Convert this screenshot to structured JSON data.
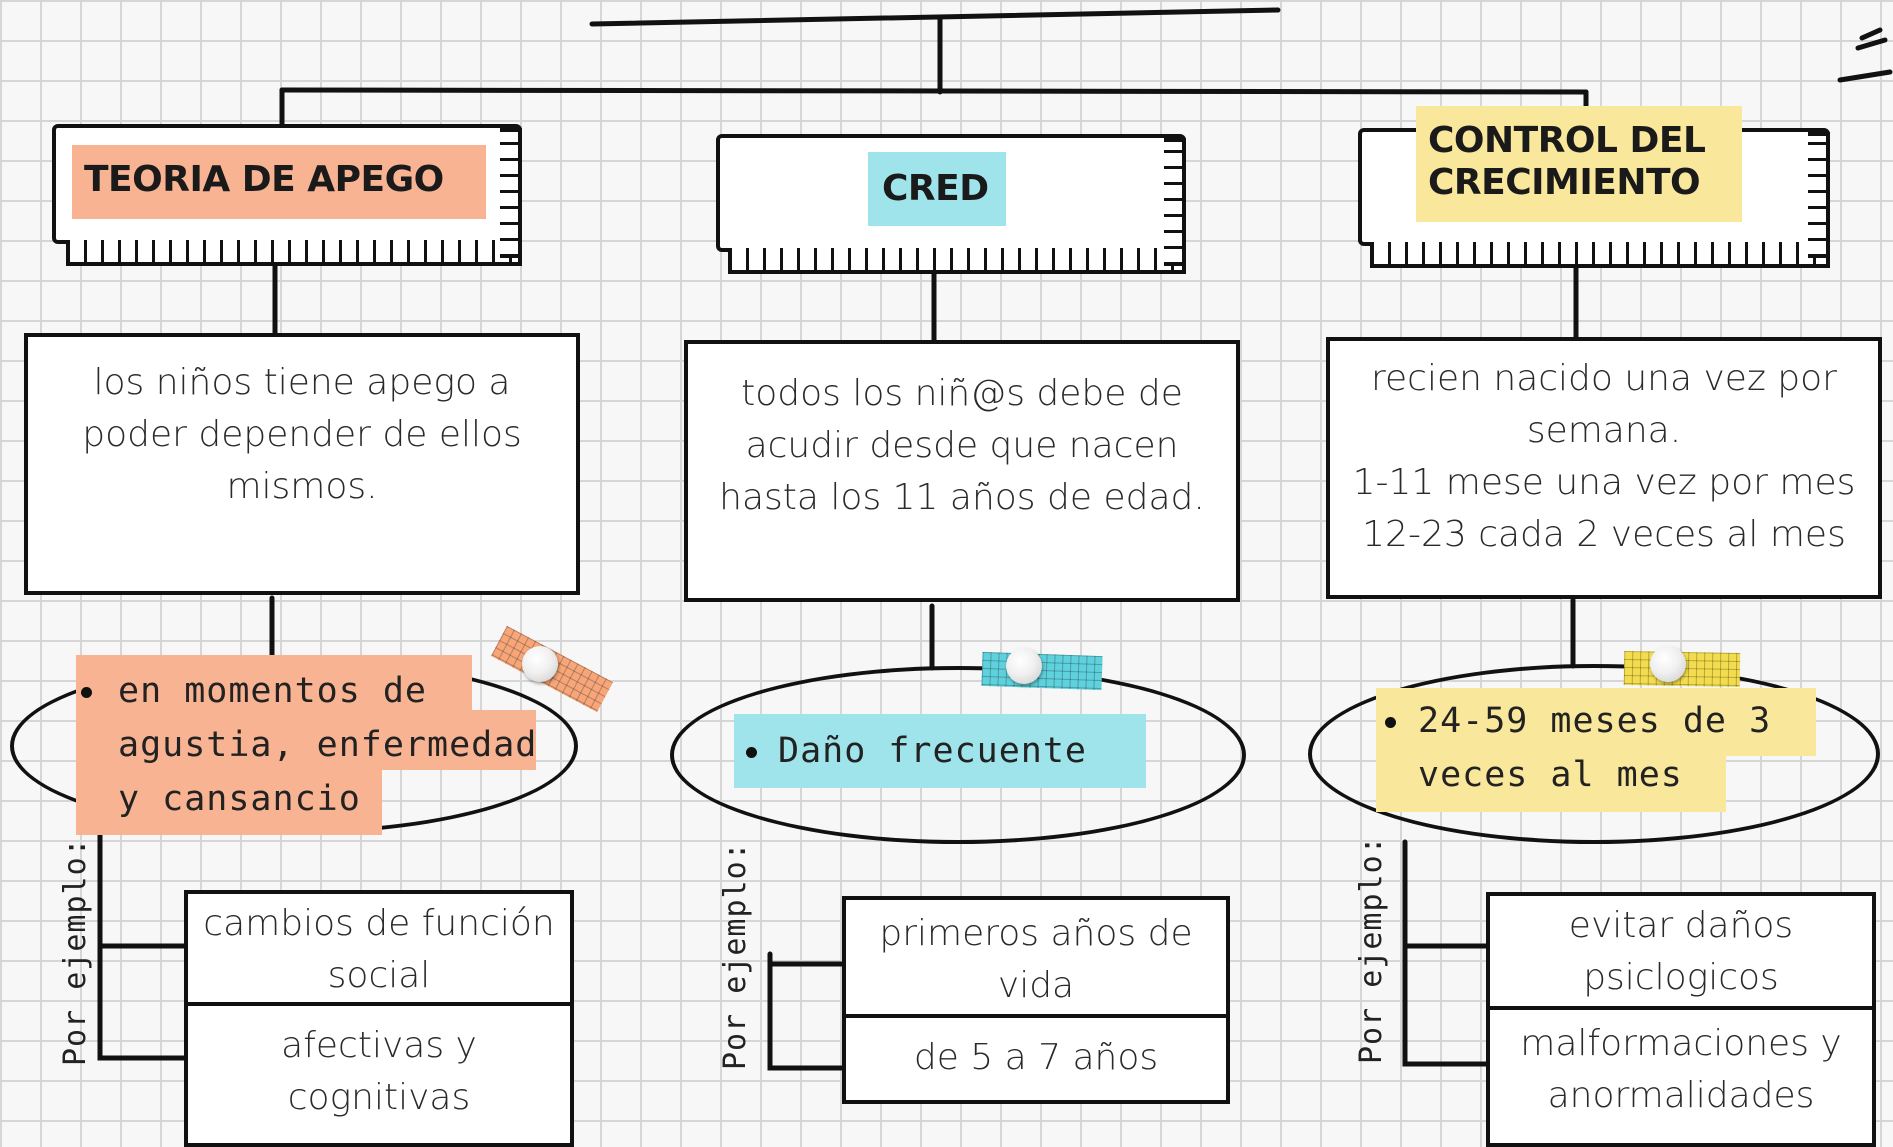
{
  "columns": [
    {
      "title": "TEORIA DE APEGO",
      "description": [
        "los niños tiene apego a",
        "poder depender de ellos",
        "mismos."
      ],
      "note": [
        "en momentos de",
        "agustia, enfermedad",
        "y cansancio"
      ],
      "examples_label": "Por ejemplo:",
      "examples": [
        [
          "cambios de función",
          "social"
        ],
        [
          "afectivas y",
          "cognitivas"
        ]
      ]
    },
    {
      "title": "CRED",
      "description": [
        "todos los niñ@s debe de",
        "acudir desde que nacen",
        "hasta los 11 años de edad."
      ],
      "note": [
        "Daño frecuente"
      ],
      "examples_label": "Por ejemplo:",
      "examples": [
        [
          "primeros años de",
          "vida"
        ],
        [
          "de 5 a 7 años"
        ]
      ]
    },
    {
      "title": "CONTROL DEL CRECIMIENTO",
      "title_lines": [
        "CONTROL DEL",
        "CRECIMIENTO"
      ],
      "description": [
        "recien nacido una vez por",
        "semana.",
        "1-11 mese una vez por mes",
        "12-23 cada 2 veces al mes"
      ],
      "note": [
        "24-59 meses de 3",
        "veces al mes"
      ],
      "examples_label": "Por ejemplo:",
      "examples": [
        [
          "evitar daños",
          "psiclogicos"
        ],
        [
          "malformaciones y",
          "anormalidades"
        ]
      ]
    }
  ],
  "colors": {
    "orange": "#f8b393",
    "cyan": "#9ee4ea",
    "yellow": "#f9e79c",
    "grid": "#d6d6d6",
    "ink": "#111111"
  }
}
